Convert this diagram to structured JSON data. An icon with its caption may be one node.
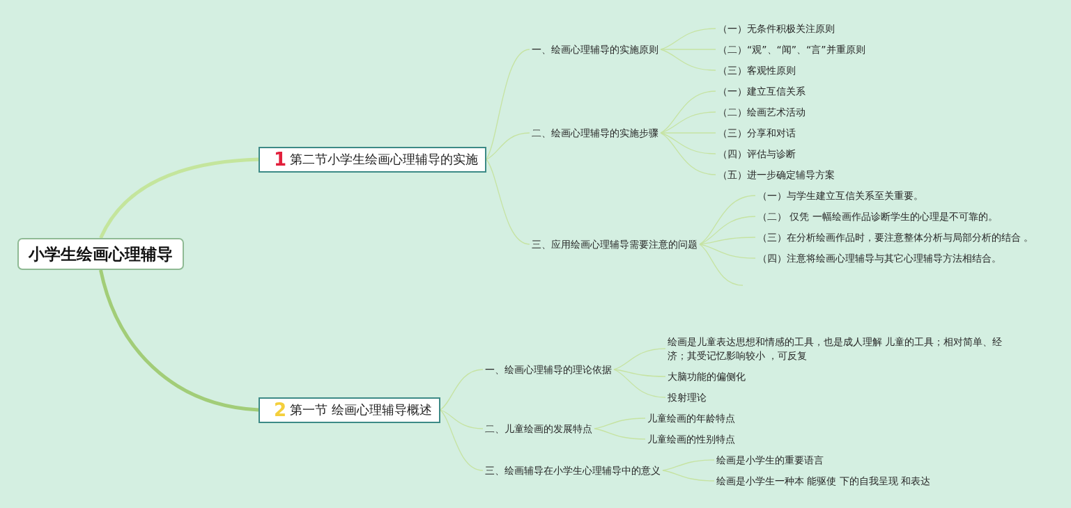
{
  "diagram": {
    "nodes": [
      {
        "text": [
          "小学生绘画心理辅导"
        ]
      },
      {
        "text": [
          "1",
          "第二节小学生绘画心理辅导的实施"
        ]
      },
      {
        "text": [
          "一、绘画心理辅导的实施原则"
        ]
      },
      {
        "text": [
          "（一）无条件积极关注原则"
        ]
      },
      {
        "text": [
          "（二）“观”、“闻”、“言”并重原则"
        ]
      },
      {
        "text": [
          "（三）客观性原则"
        ]
      },
      {
        "text": [
          "二、绘画心理辅导的实施步骤"
        ]
      },
      {
        "text": [
          "（一）建立互信关系"
        ]
      },
      {
        "text": [
          "（二）绘画艺术活动"
        ]
      },
      {
        "text": [
          "（三）分享和对话"
        ]
      },
      {
        "text": [
          "（四）评估与诊断"
        ]
      },
      {
        "text": [
          "（五）进一步确定辅导方案"
        ]
      },
      {
        "text": [
          "三、应用绘画心理辅导需要注意的问题"
        ]
      },
      {
        "text": [
          "（一）与学生建立互信关系至关重要。"
        ]
      },
      {
        "text": [
          "（二） 仅凭 一幅绘画作品诊断学生的心理是不可靠的。"
        ]
      },
      {
        "text": [
          "（三）在分析绘画作品时，要注意整体分析与局部分析的结合 。"
        ]
      },
      {
        "text": [
          "（四）注意将绘画心理辅导与其它心理辅导方法相结合。"
        ]
      },
      {
        "text": [
          "2",
          "第一节 绘画心理辅导概述"
        ]
      },
      {
        "text": [
          "一、绘画心理辅导的理论依据"
        ]
      },
      {
        "text": [
          "绘画是儿童表达思想和情感的工具，也是成人理解 儿童的工具；相对简单、经济；其受记忆影响较小 ，可反复"
        ]
      },
      {
        "text": [
          "大脑功能的偏侧化"
        ]
      },
      {
        "text": [
          "投射理论"
        ]
      },
      {
        "text": [
          "二、儿童绘画的发展特点"
        ]
      },
      {
        "text": [
          "儿童绘画的年龄特点"
        ]
      },
      {
        "text": [
          "儿童绘画的性别特点"
        ]
      },
      {
        "text": [
          "三、绘画辅导在小学生心理辅导中的意义"
        ]
      },
      {
        "text": [
          "绘画是小学生的重要语言"
        ]
      },
      {
        "text": [
          "绘画是小学生一种本 能驱使 下的自我呈现 和表达"
        ]
      }
    ],
    "edges": [
      {
        "from": 0,
        "to": 1,
        "arrow": "none",
        "style": "thick",
        "color": "#c4e59c"
      },
      {
        "from": 1,
        "to": 2,
        "arrow": "none"
      },
      {
        "from": 1,
        "to": 6,
        "arrow": "none"
      },
      {
        "from": 1,
        "to": 12,
        "arrow": "none"
      },
      {
        "from": 2,
        "to": 3,
        "arrow": "none"
      },
      {
        "from": 2,
        "to": 4,
        "arrow": "none"
      },
      {
        "from": 2,
        "to": 5,
        "arrow": "none"
      },
      {
        "from": 6,
        "to": 7,
        "arrow": "none"
      },
      {
        "from": 6,
        "to": 8,
        "arrow": "none"
      },
      {
        "from": 6,
        "to": 9,
        "arrow": "none"
      },
      {
        "from": 6,
        "to": 10,
        "arrow": "none"
      },
      {
        "from": 6,
        "to": 11,
        "arrow": "none"
      },
      {
        "from": 12,
        "to": 13,
        "arrow": "none"
      },
      {
        "from": 12,
        "to": 14,
        "arrow": "none"
      },
      {
        "from": 12,
        "to": 15,
        "arrow": "none"
      },
      {
        "from": 12,
        "to": 16,
        "arrow": "none"
      },
      {
        "from": 12,
        "to": null,
        "arrow": "none"
      },
      {
        "from": 0,
        "to": 17,
        "arrow": "none",
        "style": "thick",
        "color": "#a2cd78"
      },
      {
        "from": 17,
        "to": 18,
        "arrow": "none"
      },
      {
        "from": 17,
        "to": 22,
        "arrow": "none"
      },
      {
        "from": 17,
        "to": 25,
        "arrow": "none"
      },
      {
        "from": 18,
        "to": 19,
        "arrow": "none"
      },
      {
        "from": 18,
        "to": 20,
        "arrow": "none"
      },
      {
        "from": 18,
        "to": 21,
        "arrow": "none"
      },
      {
        "from": 22,
        "to": 23,
        "arrow": "none"
      },
      {
        "from": 22,
        "to": 24,
        "arrow": "none"
      },
      {
        "from": 25,
        "to": 26,
        "arrow": "none"
      },
      {
        "from": 25,
        "to": 27,
        "arrow": "none"
      }
    ]
  }
}
